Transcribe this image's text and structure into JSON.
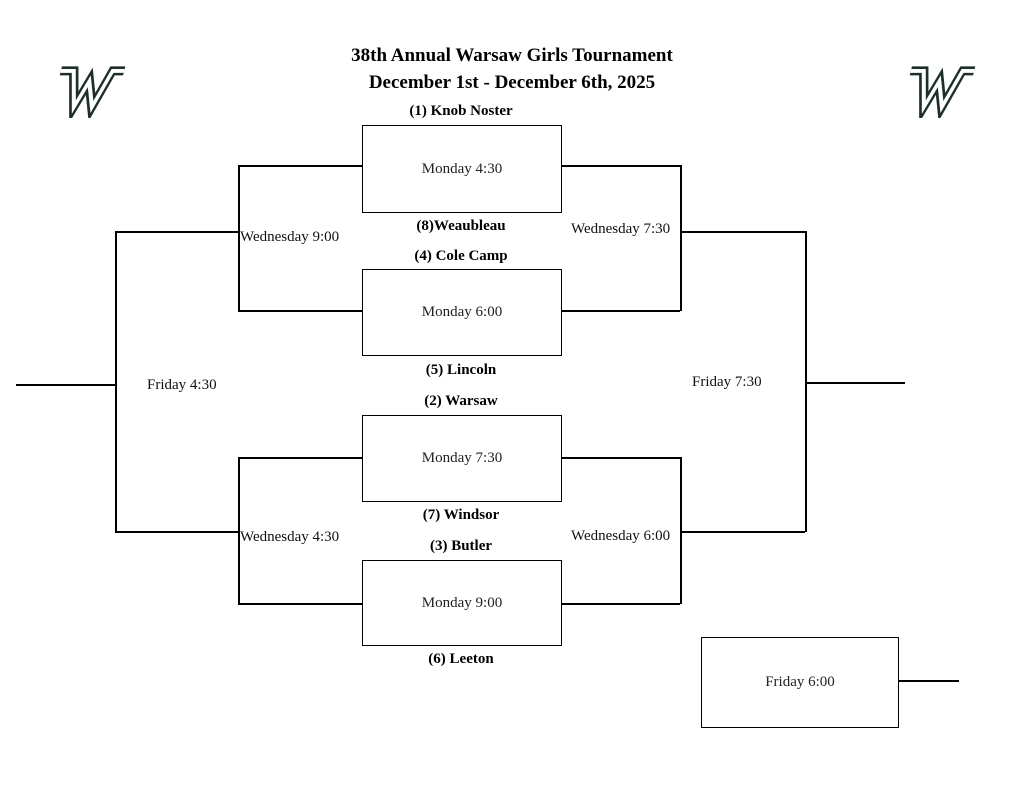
{
  "title": {
    "line1": "38th Annual Warsaw Girls Tournament",
    "line2": "December 1st - December 6th, 2025"
  },
  "logo": {
    "name": "warsaw-w-logo",
    "color": "#1d2f26"
  },
  "bracket": {
    "games": [
      {
        "top_seed": "(1) Knob Noster",
        "time": "Monday 4:30",
        "bottom_seed": "(8)Weaubleau"
      },
      {
        "top_seed": "(4) Cole Camp",
        "time": "Monday 6:00",
        "bottom_seed": "(5) Lincoln"
      },
      {
        "top_seed": "(2) Warsaw",
        "time": "Monday 7:30",
        "bottom_seed": "(7) Windsor"
      },
      {
        "top_seed": "(3) Butler",
        "time": "Monday 9:00",
        "bottom_seed": "(6) Leeton"
      }
    ],
    "round2": {
      "left_top": "Wednesday 9:00",
      "right_top": "Wednesday 7:30",
      "left_bottom": "Wednesday 4:30",
      "right_bottom": "Wednesday 6:00"
    },
    "finals": {
      "left": "Friday 4:30",
      "right": "Friday 7:30",
      "bottom": "Friday 6:00"
    }
  }
}
